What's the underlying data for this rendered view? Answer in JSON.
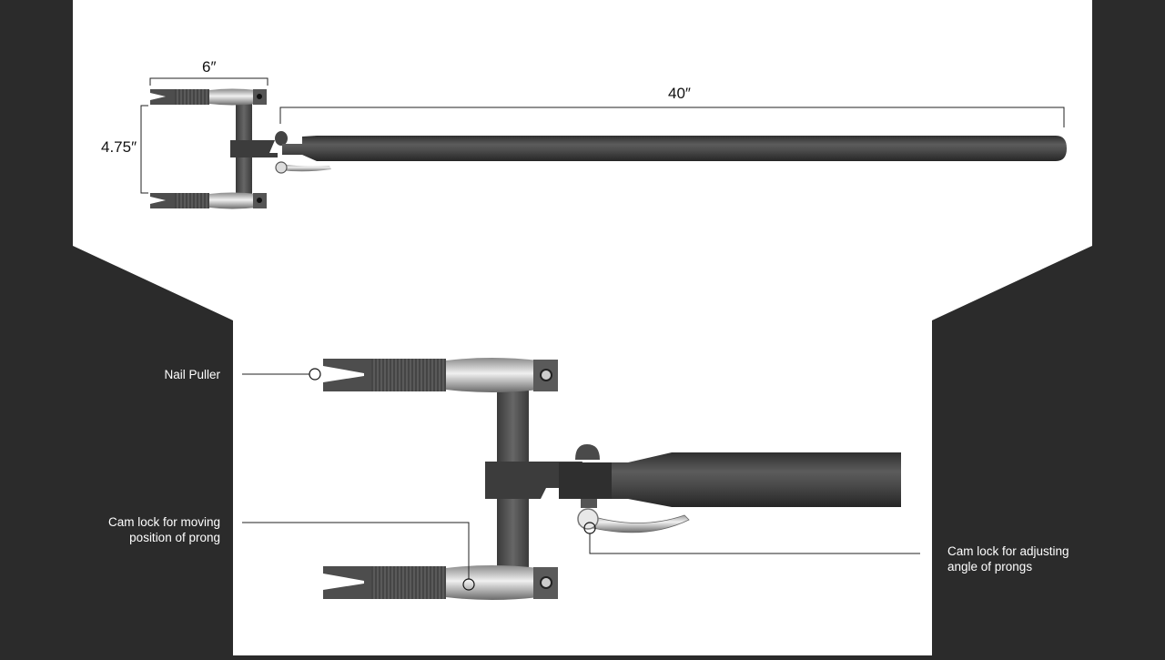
{
  "dimensions": {
    "width": "6″",
    "height": "4.75″",
    "length": "40″"
  },
  "callouts": {
    "nail_puller": "Nail Puller",
    "cam_lock_prong_line1": "Cam lock for moving",
    "cam_lock_prong_line2": "position of prong",
    "cam_lock_angle_line1": "Cam lock for adjusting",
    "cam_lock_angle_line2": "angle of prongs"
  },
  "colors": {
    "background": "#2b2b2b",
    "panel": "#ffffff",
    "metal_dark": "#4a4a4a",
    "metal_mid": "#5e5e5e",
    "chrome": "#c9c9c9",
    "callout_line": "#222222",
    "label_text": "#ffffff"
  }
}
